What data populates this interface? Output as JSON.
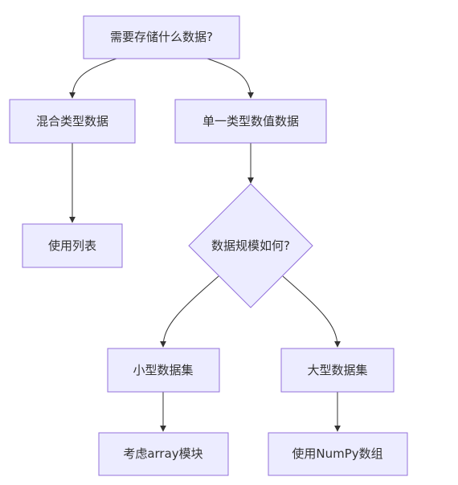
{
  "flowchart": {
    "nodes": {
      "start": "需要存储什么数据?",
      "mixed": "混合类型数据",
      "single": "单一类型数值数据",
      "use_list": "使用列表",
      "size_question": "数据规模如何?",
      "small": "小型数据集",
      "large": "大型数据集",
      "array_module": "考虑array模块",
      "numpy": "使用NumPy数组"
    },
    "edges": [
      {
        "from": "start",
        "to": "mixed"
      },
      {
        "from": "start",
        "to": "single"
      },
      {
        "from": "mixed",
        "to": "use_list"
      },
      {
        "from": "single",
        "to": "size_question"
      },
      {
        "from": "size_question",
        "to": "small"
      },
      {
        "from": "size_question",
        "to": "large"
      },
      {
        "from": "small",
        "to": "array_module"
      },
      {
        "from": "large",
        "to": "numpy"
      }
    ],
    "colors": {
      "node_fill": "#ececff",
      "node_border": "#9370db",
      "edge": "#333333",
      "text": "#333333"
    }
  }
}
